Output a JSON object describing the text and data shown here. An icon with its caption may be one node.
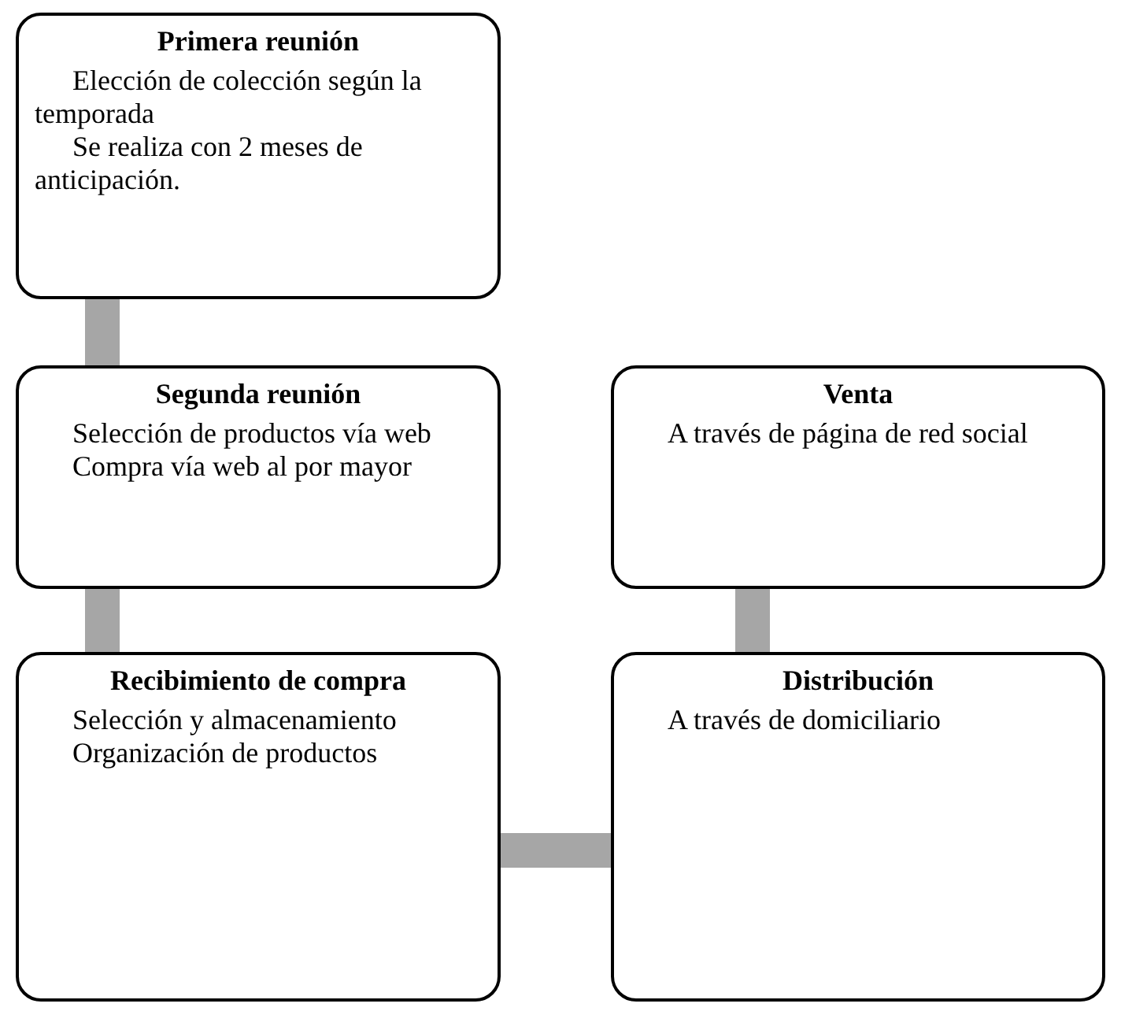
{
  "diagram": {
    "nodes": [
      {
        "text": [
          "Primera reunión",
          "Elección de colección según la temporada",
          "Se realiza con 2 meses de anticipación."
        ]
      },
      {
        "text": [
          "Segunda reunión",
          "Selección de productos vía web",
          "Compra vía web al por mayor"
        ]
      },
      {
        "text": [
          "Recibimiento de compra",
          "Selección y almacenamiento",
          "Organización de productos"
        ]
      },
      {
        "text": [
          "Venta",
          "A través de página de red social"
        ]
      },
      {
        "text": [
          "Distribución",
          "A través de domiciliario"
        ]
      }
    ],
    "edges": [
      {
        "from": 0,
        "to": 1,
        "arrow": "none"
      },
      {
        "from": 1,
        "to": 2,
        "arrow": "none"
      },
      {
        "from": 2,
        "to": 4,
        "arrow": "none"
      },
      {
        "from": 4,
        "to": 3,
        "arrow": "none"
      }
    ]
  }
}
